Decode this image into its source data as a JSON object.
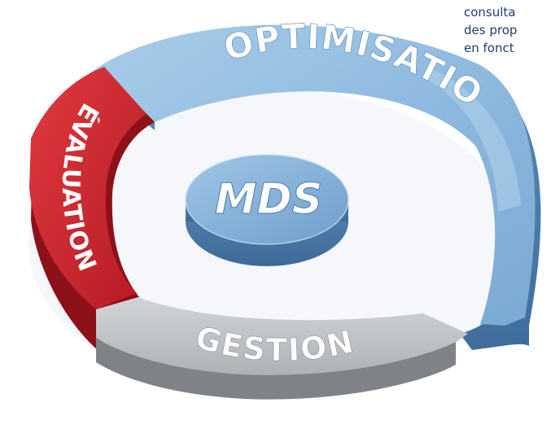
{
  "diagram": {
    "center_label": "MDS",
    "segments": [
      {
        "label": "OPTIMISATION",
        "color": "#8fbadf"
      },
      {
        "label": "ÉVALUATION",
        "color": "#c8202a"
      },
      {
        "label": "GESTION",
        "color": "#b9bcc0"
      }
    ]
  },
  "side_text": {
    "line1": "consulta",
    "line2": "des prop",
    "line3": "en fonct"
  }
}
